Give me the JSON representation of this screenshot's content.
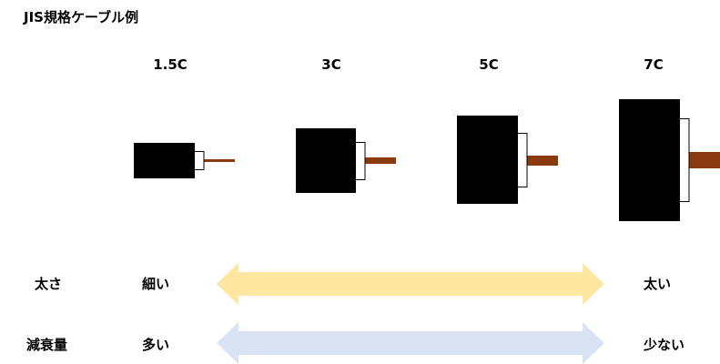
{
  "title": "JIS規格ケーブル例",
  "cables": [
    {
      "label": "1.5C"
    },
    {
      "label": "3C"
    },
    {
      "label": "5C"
    },
    {
      "label": "7C"
    }
  ],
  "rows": [
    {
      "label": "太さ",
      "left": "細い",
      "right": "太い",
      "arrow_color": "#FFE6A1"
    },
    {
      "label": "減衰量",
      "left": "多い",
      "right": "少ない",
      "arrow_color": "#DAE3F3"
    }
  ],
  "colors": {
    "jacket": "#000000",
    "insulator": "#FFFFFF",
    "conductor": "#8B3A0F"
  }
}
